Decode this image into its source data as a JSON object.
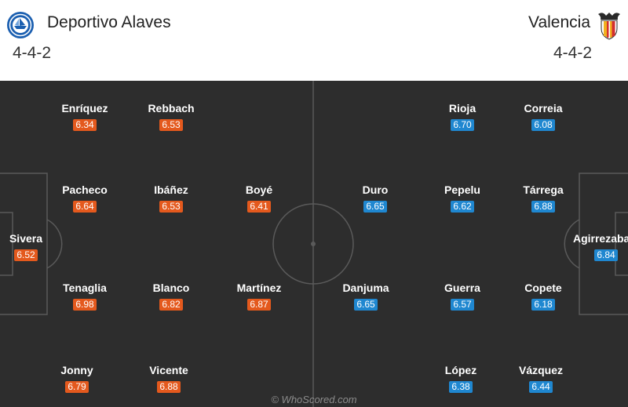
{
  "home": {
    "name": "Deportivo Alaves",
    "formation": "4-4-2",
    "crest_icon": "deportivo-alaves-crest-icon",
    "rating_color": "#e4591d",
    "players": [
      {
        "name": "Enríquez",
        "rating": "6.34"
      },
      {
        "name": "Rebbach",
        "rating": "6.53"
      },
      {
        "name": "Pacheco",
        "rating": "6.64"
      },
      {
        "name": "Ibáñez",
        "rating": "6.53"
      },
      {
        "name": "Boyé",
        "rating": "6.41"
      },
      {
        "name": "Sivera",
        "rating": "6.52"
      },
      {
        "name": "Tenaglia",
        "rating": "6.98"
      },
      {
        "name": "Blanco",
        "rating": "6.82"
      },
      {
        "name": "Martínez",
        "rating": "6.87"
      },
      {
        "name": "Jonny",
        "rating": "6.79"
      },
      {
        "name": "Vicente",
        "rating": "6.88"
      }
    ]
  },
  "away": {
    "name": "Valencia",
    "formation": "4-4-2",
    "crest_icon": "valencia-bat-crest-icon",
    "rating_color": "#1f87d0",
    "players": [
      {
        "name": "Rioja",
        "rating": "6.70"
      },
      {
        "name": "Correia",
        "rating": "6.08"
      },
      {
        "name": "Duro",
        "rating": "6.65"
      },
      {
        "name": "Pepelu",
        "rating": "6.62"
      },
      {
        "name": "Tárrega",
        "rating": "6.88"
      },
      {
        "name": "Agirrezabala",
        "rating": "6.84"
      },
      {
        "name": "Danjuma",
        "rating": "6.65"
      },
      {
        "name": "Guerra",
        "rating": "6.57"
      },
      {
        "name": "Copete",
        "rating": "6.18"
      },
      {
        "name": "López",
        "rating": "6.38"
      },
      {
        "name": "Vázquez",
        "rating": "6.44"
      }
    ]
  },
  "watermark": "© WhoScored.com",
  "pitch_color": "#2d2d2d",
  "line_color": "#5a5a5a"
}
